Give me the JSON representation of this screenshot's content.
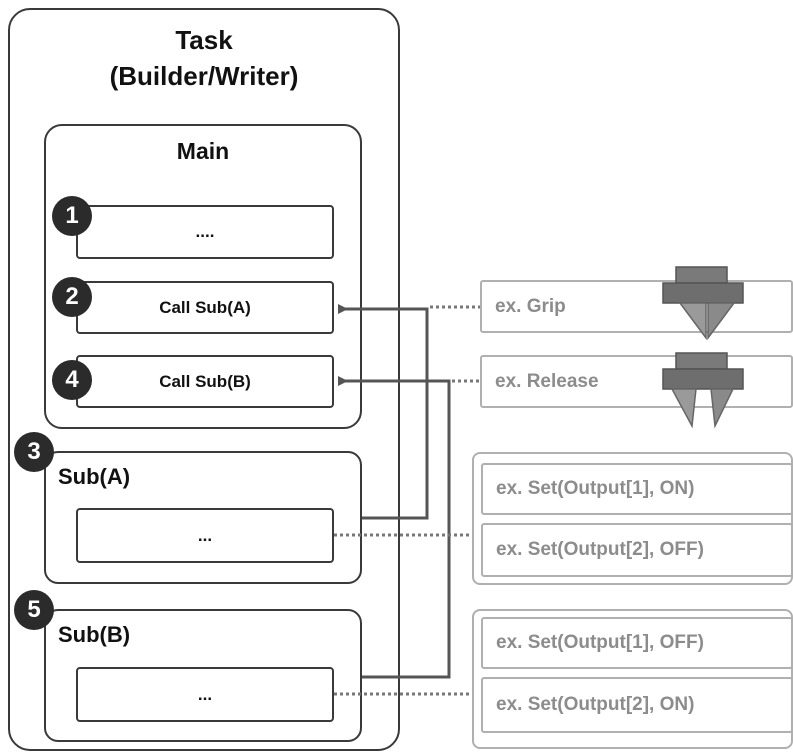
{
  "task": {
    "title_line1": "Task",
    "title_line2": "(Builder/Writer)"
  },
  "main": {
    "title": "Main",
    "steps": [
      "....",
      "Call Sub(A)",
      "Call Sub(B)"
    ],
    "badges": [
      "1",
      "2",
      "4"
    ]
  },
  "subA": {
    "title": "Sub(A)",
    "badge": "3",
    "step": "..."
  },
  "subB": {
    "title": "Sub(B)",
    "badge": "5",
    "step": "..."
  },
  "examples": {
    "grip": "ex. Grip",
    "release": "ex. Release",
    "subA": [
      "ex. Set(Output[1], ON)",
      "ex. Set(Output[2], OFF)"
    ],
    "subB": [
      "ex. Set(Output[1], OFF)",
      "ex. Set(Output[2], ON)"
    ]
  },
  "colors": {
    "dark": "#3a3a3a",
    "badge": "#2b2b2b",
    "muted": "#8c8c8c",
    "muted_border": "#b0b0b0"
  },
  "icons": [
    "gripper-closed-icon",
    "gripper-open-icon"
  ]
}
